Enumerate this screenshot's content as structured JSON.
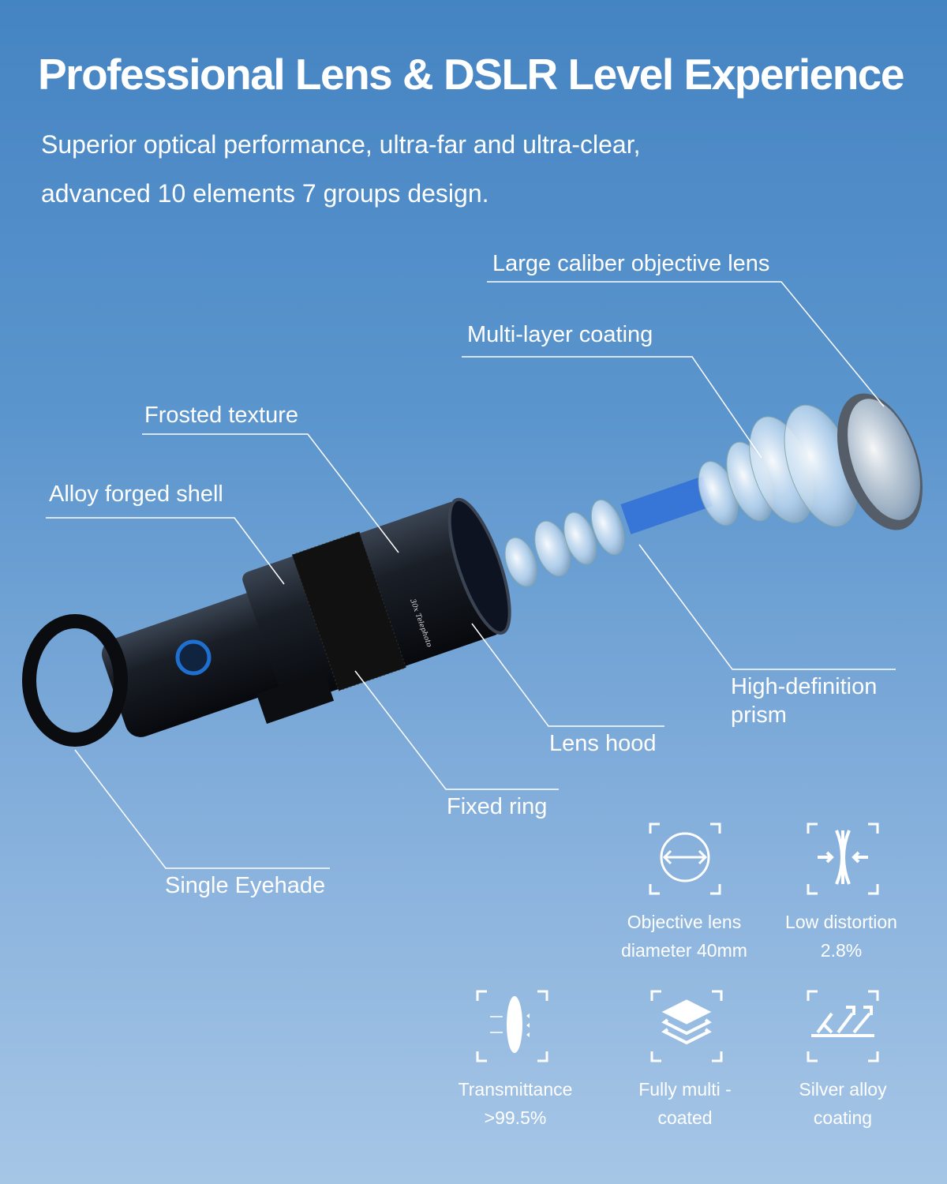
{
  "header": {
    "title": "Professional Lens & DSLR Level Experience",
    "subtitle_line1": "Superior optical performance, ultra-far and ultra-clear,",
    "subtitle_line2": "advanced 10 elements 7 groups design."
  },
  "callouts": {
    "large_caliber": "Large caliber objective lens",
    "multi_layer": "Multi-layer coating",
    "frosted": "Frosted texture",
    "alloy": "Alloy forged shell",
    "prism_line1": "High-definition",
    "prism_line2": "prism",
    "lens_hood": "Lens hood",
    "fixed_ring": "Fixed ring",
    "eyehade": "Single Eyehade"
  },
  "product": {
    "engraving": "30x Telephoto"
  },
  "features": [
    {
      "icon": "lens-diameter-icon",
      "line1": "Objective lens",
      "line2": "diameter 40mm"
    },
    {
      "icon": "low-distortion-icon",
      "line1": "Low distortion",
      "line2": "2.8%"
    },
    {
      "icon": "transmittance-icon",
      "line1": "Transmittance",
      "line2": ">99.5%"
    },
    {
      "icon": "layers-icon",
      "line1": "Fully multi -",
      "line2": "coated"
    },
    {
      "icon": "silver-coating-icon",
      "line1": "Silver alloy",
      "line2": "coating"
    }
  ],
  "colors": {
    "background_top": "#4584c3",
    "background_bottom": "#a6c6e6",
    "accent_knob": "#1e6fd0"
  }
}
